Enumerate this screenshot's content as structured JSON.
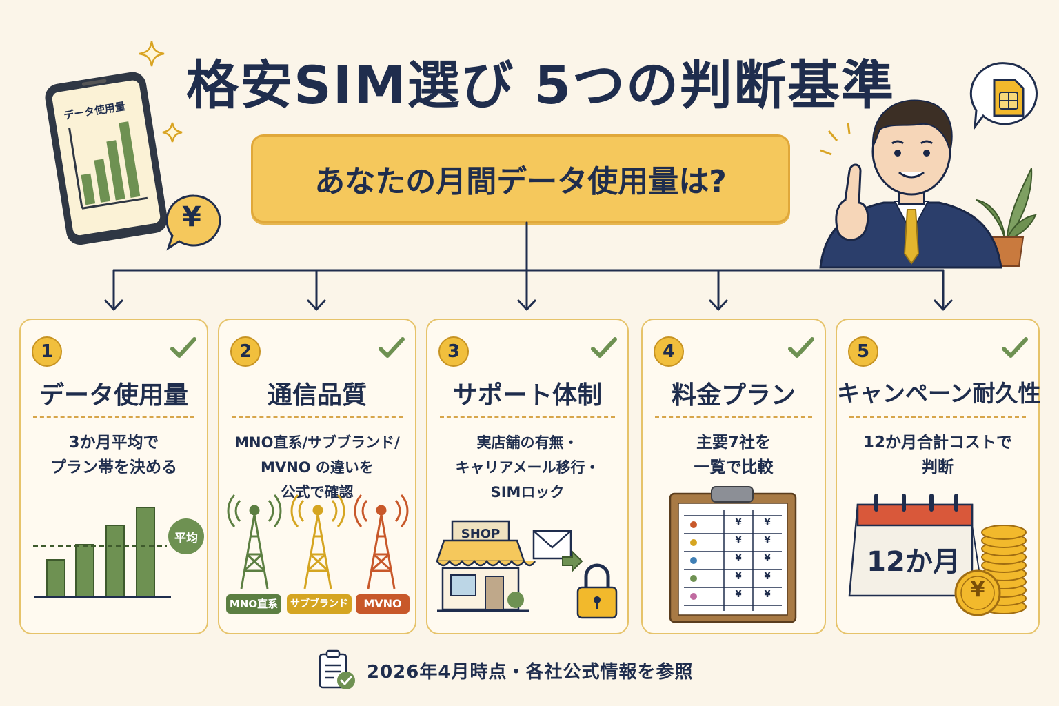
{
  "title": "格安SIM選び 5つの判断基準",
  "question": "あなたの月間データ使用量は?",
  "phone_screen_label": "データ使用量",
  "yen_symbol": "¥",
  "criteria": [
    {
      "number": "1",
      "title": "データ使用量",
      "desc_lines": [
        "3か月平均で",
        "プラン帯を決める"
      ],
      "illustration_label": "平均"
    },
    {
      "number": "2",
      "title": "通信品質",
      "desc_lines": [
        "MNO直系/サブブランド/",
        "MVNO の違いを",
        "公式で確認"
      ],
      "tower_labels": [
        "MNO直系",
        "サブブランド",
        "MVNO"
      ]
    },
    {
      "number": "3",
      "title": "サポート体制",
      "desc_lines": [
        "実店舗の有無・",
        "キャリアメール移行・",
        "SIMロック"
      ],
      "shop_label": "SHOP"
    },
    {
      "number": "4",
      "title": "料金プラン",
      "desc_lines": [
        "主要7社を",
        "一覧で比較"
      ]
    },
    {
      "number": "5",
      "title": "キャンペーン耐久性",
      "desc_lines": [
        "12か月合計コストで",
        "判断"
      ],
      "calendar_label": "12か月"
    }
  ],
  "footer": "2026年4月時点・各社公式情報を参照",
  "colors": {
    "navy": "#1f2d4d",
    "accent_yellow": "#f5c85c",
    "green": "#6e9152",
    "mustard": "#d5a521",
    "rust": "#c8582a",
    "background": "#fbf5e9"
  }
}
